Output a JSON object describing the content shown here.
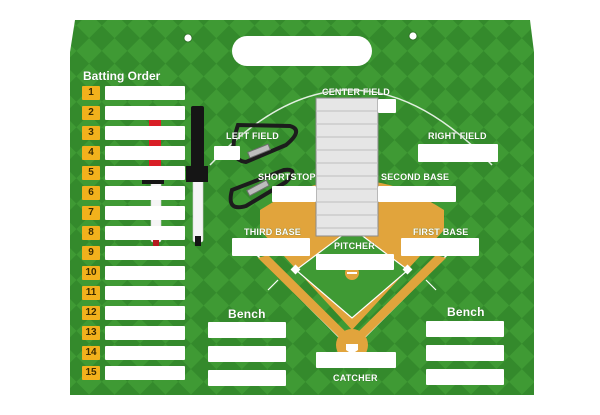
{
  "board": {
    "title": "Batting Order",
    "order_numbers": [
      "1",
      "2",
      "3",
      "4",
      "5",
      "6",
      "7",
      "8",
      "9",
      "10",
      "11",
      "12",
      "13",
      "14",
      "15"
    ],
    "positions": {
      "center_field": "CENTER FIELD",
      "left_field": "LEFT FIELD",
      "right_field": "RIGHT FIELD",
      "shortstop": "SHORTSTOP",
      "second_base": "SECOND BASE",
      "third_base": "THIRD BASE",
      "first_base": "FIRST BASE",
      "pitcher": "PITCHER",
      "catcher": "CATCHER"
    },
    "bench_left": "Bench",
    "bench_right": "Bench",
    "colors": {
      "field_green": "#3f9a34",
      "dark_green": "#2f7d27",
      "dirt": "#e1a43c",
      "number_tile": "#f2b11c",
      "marker_red": "#d81f26",
      "marker_black": "#151515"
    }
  }
}
